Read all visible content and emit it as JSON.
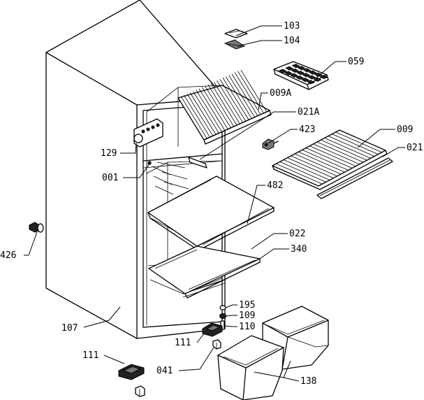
{
  "labels": {
    "l103": "103",
    "l104": "104",
    "l059": "059",
    "l009A": "009A",
    "l021A": "021A",
    "l423": "423",
    "l009": "009",
    "l021": "021",
    "l129": "129",
    "l001": "001",
    "l482": "482",
    "l022": "022",
    "l340": "340",
    "l426": "426",
    "l195": "195",
    "l109": "109",
    "l110": "110",
    "l111a": "111",
    "l107": "107",
    "l111b": "111",
    "l041": "041",
    "l138": "138"
  }
}
